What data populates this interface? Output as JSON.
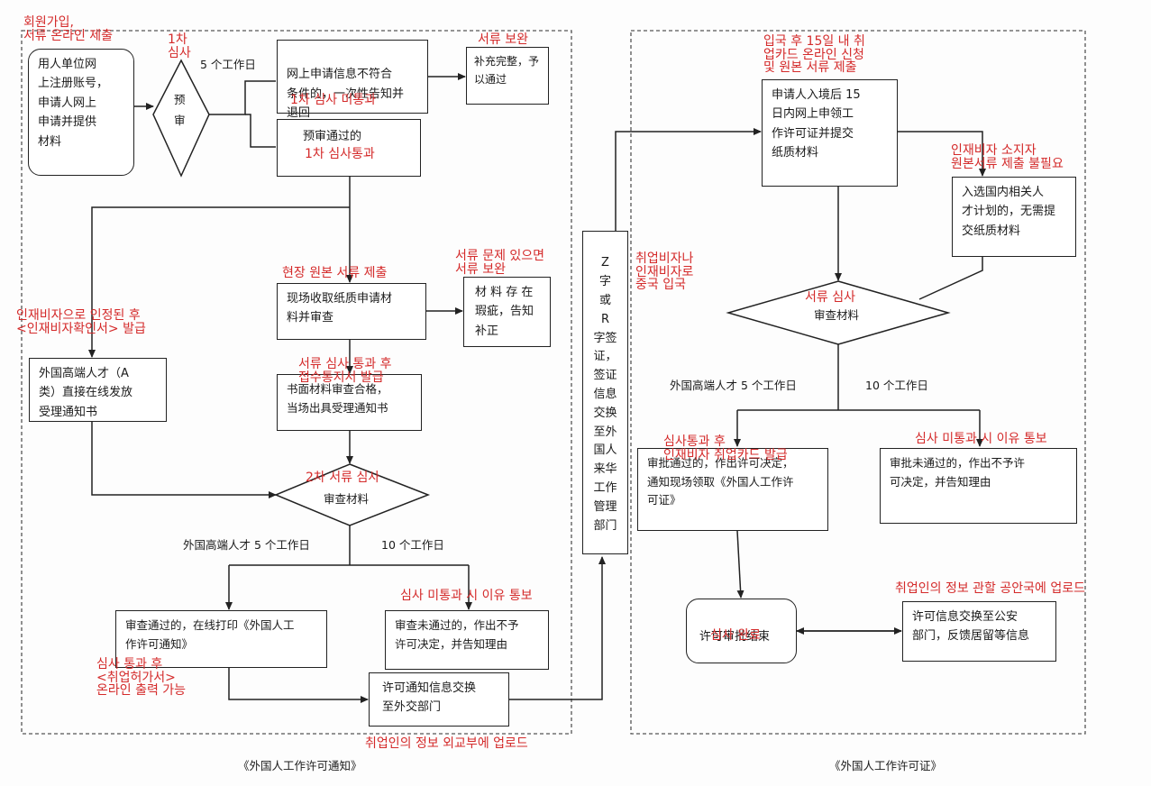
{
  "left": {
    "register": "用人单位网\n上注册账号，\n申请人网上\n申请并提供\n材料",
    "pre_review": "预\n审",
    "five_days_top": "5 个工作日",
    "not_meet": "网上申请信息不符合\n条件的，一次性告知并\n退回",
    "supplement": "补充完整，予\n以通过",
    "pre_pass": "预审通过的",
    "onsite": "现场收取纸质申请材\n料并审查",
    "defect": "材 料 存 在\n瑕疵，告知\n补正",
    "paper_ok": "书面材料审查合格，\n当场出具受理通知书",
    "class_a": "外国高端人才（A\n类）直接在线发放\n受理通知书",
    "review": "审查材料",
    "high_5": "外国高端人才 5 个工作日",
    "ten_days": "10 个工作日",
    "print": "审查通过的，在线打印《外国人工\n作许可通知》",
    "reject": "审查未通过的，作出不予\n许可决定，并告知理由",
    "exchange": "许可通知信息交换\n至外交部门",
    "caption": "《外国人工作许可通知》"
  },
  "middle": {
    "visa": [
      "Z",
      "字",
      "或",
      "R",
      "字签",
      "证，",
      "签证",
      "信息",
      "交换",
      "至外",
      "国人",
      "来华",
      "工作",
      "管理",
      "部门"
    ]
  },
  "right": {
    "enter": "申请人入境后 15\n日内网上申领工\n作许可证并提交\n纸质材料",
    "talent": "入选国内相关人\n才计划的，无需提\n交纸质材料",
    "review": "审查材料",
    "high_5": "外国高端人才 5 个工作日",
    "ten_days": "10 个工作日",
    "approve": "审批通过的，作出许可决定，\n通知现场领取《外国人工作许\n可证》",
    "reject": "审批未通过的，作出不予许\n可决定，并告知理由",
    "end": "许可审批结束",
    "exchange": "许可信息交换至公安\n部门，反馈居留等信息",
    "caption": "《外国人工作许可证》"
  },
  "annotations": {
    "a1": "회원가입,\n서류 온라인 제출",
    "a2": "1차\n심사",
    "a3": "서류 보완",
    "a4": "1차 심사 미통과",
    "a5": "1차 심사통과",
    "a6": "현장 원본 서류 제출",
    "a7": "서류 문제 있으면\n서류 보완",
    "a8": "인재비자으로 인정된 후\n<인재비자확인서> 발급",
    "a9": "서류 심사 통과 후\n접수통지서 발급",
    "a10": "2차 서류 심사",
    "a11": "심사 미통과 시 이유 통보",
    "a12": "심사 통과 후\n<취업허가서>\n온라인 출력 가능",
    "a13": "취업인의 정보 외교부에 업로드",
    "a14": "취업비자나\n인재비자로\n중국 입국",
    "a15": "입국 후 15일 내 취\n업카드 온라인 신청\n및 원본 서류 제출",
    "a16": "인재비자 소지자\n원본서류 제출 불필요",
    "a17": "서류 심사",
    "a18": "심사통과 후\n인재비자 취업카드 발급",
    "a19": "심사 미통과 시 이유 통보",
    "a20": "취업인의 정보 관할 공안국에 업로드",
    "a21": "심사 완료"
  },
  "colors": {
    "annotation": "#d42a2a",
    "line": "#222222",
    "dashed": "#555555"
  }
}
